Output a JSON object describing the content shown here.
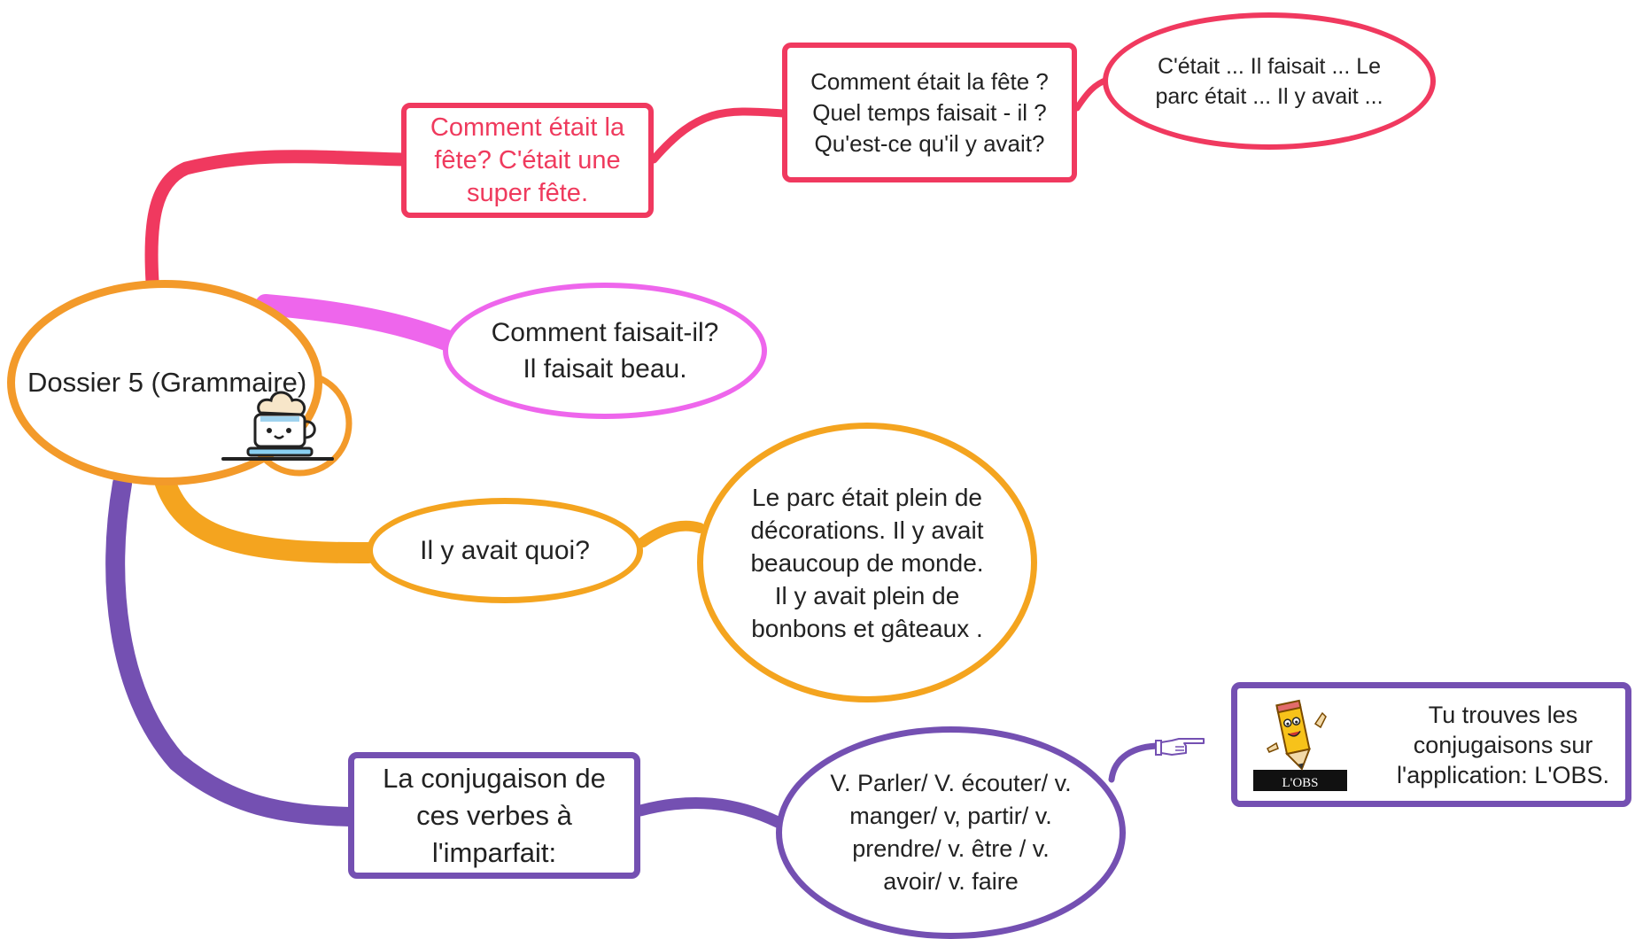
{
  "root": {
    "label": "Dossier 5 (Grammaire)",
    "icon": "coffee-cup-icon"
  },
  "branches": {
    "party": {
      "color": "#f0395f",
      "question": "Comment était la\nfête? C'était une\nsuper fête.",
      "prompts": "Comment était la fête ?\nQuel temps faisait - il ?\n Qu'est-ce qu'il y avait?",
      "answers_hint": "C'était ... Il faisait ... Le\nparc était ... Il y avait ..."
    },
    "weather": {
      "color": "#ee66ec",
      "text": "Comment faisait-il?\nIl faisait beau."
    },
    "what": {
      "color": "#f4a41f",
      "question": "Il y avait quoi?",
      "answer": "Le parc était plein de\ndécorations. Il y avait\nbeaucoup de monde.\nIl y avait plein de\nbonbons et gâteaux ."
    },
    "conjugation": {
      "color": "#7450b2",
      "title": "La conjugaison de\nces verbes à\nl'imparfait:",
      "verbs": "V. Parler/ V. écouter/ v.\nmanger/ v, partir/ v.\nprendre/ v. être / v.\navoir/ v. faire",
      "pointer_icon": "pointing-hand-icon",
      "app_note": "Tu trouves les\nconjugaisons sur\nl'application: L'OBS.",
      "app_logo_text": "L'OBS",
      "app_logo_icon": "pencil-mascot-icon"
    }
  }
}
